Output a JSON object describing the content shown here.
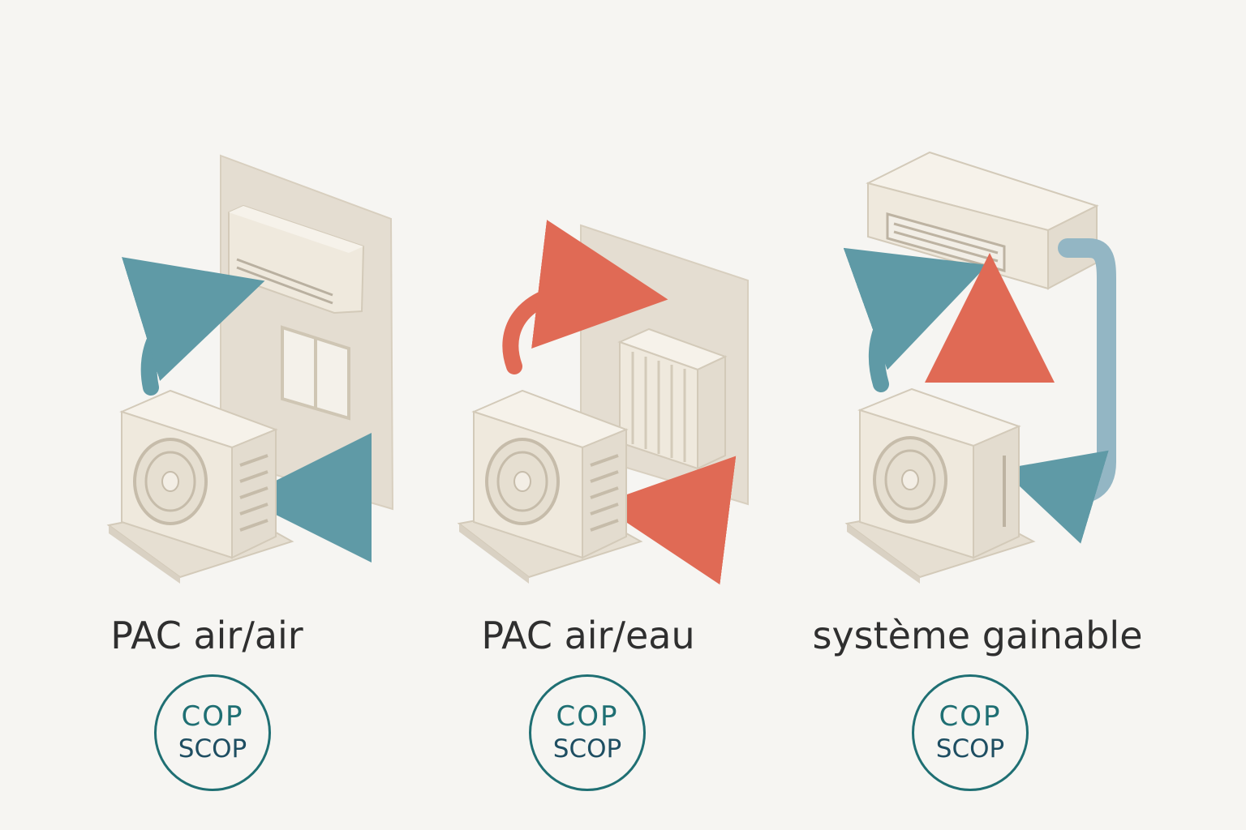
{
  "colors": {
    "background": "#f6f5f2",
    "wall": "#e4ddd1",
    "unit": "#efe9dd",
    "unit_shadow": "#d9d1c3",
    "arrow_teal": "#5f9aa6",
    "arrow_red": "#e06a55",
    "pipe": "#93b6c4",
    "badge_stroke": "#1f6f73",
    "text": "#2f2f2f"
  },
  "systems": [
    {
      "label": "PAC air/air",
      "badge": {
        "line1": "COP",
        "line2": "SCOP"
      },
      "icons": [
        "outdoor-unit-icon",
        "wall-split-unit-icon",
        "window-icon",
        "teal-arrow-icon"
      ]
    },
    {
      "label": "PAC air/eau",
      "badge": {
        "line1": "COP",
        "line2": "SCOP"
      },
      "icons": [
        "outdoor-unit-icon",
        "radiator-icon",
        "red-arrow-icon"
      ]
    },
    {
      "label": "système gainable",
      "badge": {
        "line1": "COP",
        "line2": "SCOP"
      },
      "icons": [
        "outdoor-unit-icon",
        "ducted-unit-icon",
        "pipe-icon",
        "teal-arrow-icon",
        "red-arrow-icon"
      ]
    }
  ]
}
